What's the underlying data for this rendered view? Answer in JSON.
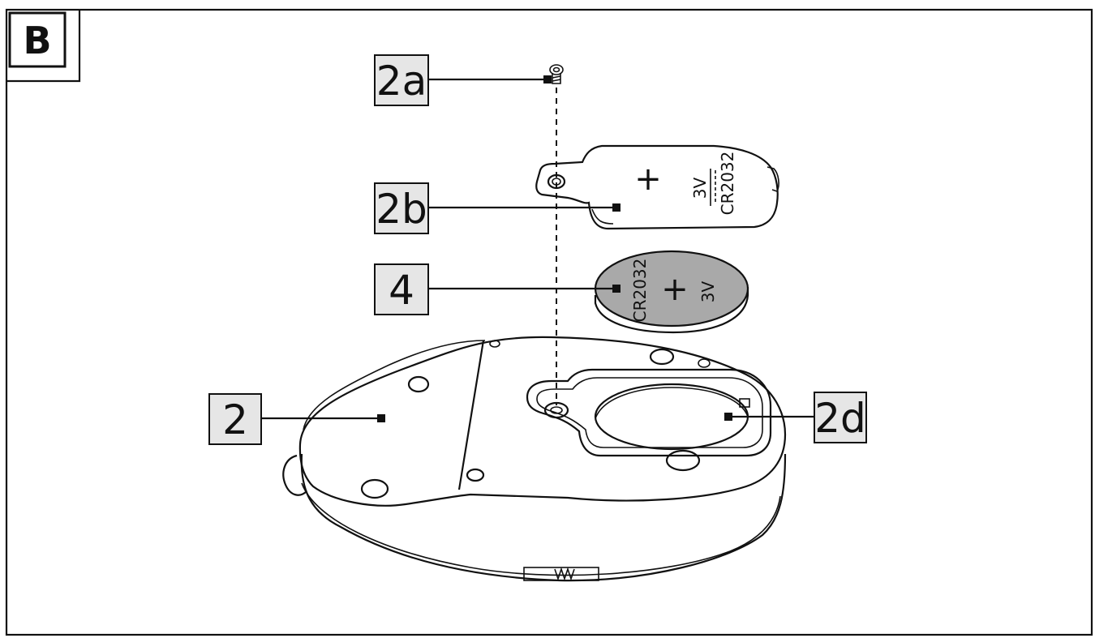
{
  "figure": {
    "panel_letter": "B",
    "callouts": {
      "c2a": "2a",
      "c2b": "2b",
      "c4": "4",
      "c2": "2",
      "c2d": "2d"
    },
    "cover_text": {
      "voltage": "3V",
      "model": "CR2032",
      "plus": "+"
    },
    "battery_text": {
      "model": "CR2032",
      "voltage": "3V",
      "plus": "+"
    }
  },
  "colors": {
    "line": "#111111",
    "label_box": "#e6e6e6",
    "battery": "#a9a9a9",
    "battery_edge": "#8f8f8f"
  }
}
